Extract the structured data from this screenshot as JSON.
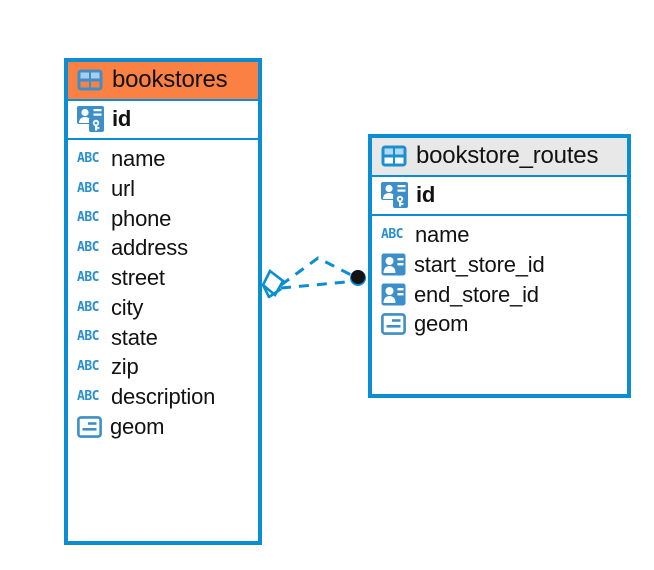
{
  "diagram": {
    "type": "entity-relationship-diagram",
    "background_color": "#ffffff",
    "accent_color": "#0b8ed1",
    "entity_count": 2,
    "relationship_count": 1
  },
  "entities": [
    {
      "name": "bookstores",
      "header_color": "#fb8043",
      "border_color": "#0b8ed1",
      "header_icon": "table-grid-icon",
      "primary_keys": [
        {
          "label": "id",
          "icon": "primary-key-icon",
          "type": "primary-key"
        }
      ],
      "fields": [
        {
          "label": "name",
          "icon": "abc-text-icon",
          "type": "text"
        },
        {
          "label": "url",
          "icon": "abc-text-icon",
          "type": "text"
        },
        {
          "label": "phone",
          "icon": "abc-text-icon",
          "type": "text"
        },
        {
          "label": "address",
          "icon": "abc-text-icon",
          "type": "text"
        },
        {
          "label": "street",
          "icon": "abc-text-icon",
          "type": "text"
        },
        {
          "label": "city",
          "icon": "abc-text-icon",
          "type": "text"
        },
        {
          "label": "state",
          "icon": "abc-text-icon",
          "type": "text"
        },
        {
          "label": "zip",
          "icon": "abc-text-icon",
          "type": "text"
        },
        {
          "label": "description",
          "icon": "abc-text-icon",
          "type": "text"
        },
        {
          "label": "geom",
          "icon": "geometry-icon",
          "type": "geometry"
        }
      ]
    },
    {
      "name": "bookstore_routes",
      "header_color": "#e8e8e8",
      "border_color": "#0b8ed1",
      "header_icon": "table-grid-icon",
      "primary_keys": [
        {
          "label": "id",
          "icon": "primary-key-icon",
          "type": "primary-key"
        }
      ],
      "fields": [
        {
          "label": "name",
          "icon": "abc-text-icon",
          "type": "text"
        },
        {
          "label": "start_store_id",
          "icon": "foreign-key-icon",
          "type": "foreign-key"
        },
        {
          "label": "end_store_id",
          "icon": "foreign-key-icon",
          "type": "foreign-key"
        },
        {
          "label": "geom",
          "icon": "geometry-icon",
          "type": "geometry"
        }
      ]
    }
  ],
  "relationship": {
    "from_entity": "bookstores",
    "to_entity": "bookstore_routes",
    "line_style": "dashed",
    "line_color": "#0b8ed1",
    "source_endpoint": "diamond-marker",
    "target_endpoint": "filled-circle-marker"
  }
}
